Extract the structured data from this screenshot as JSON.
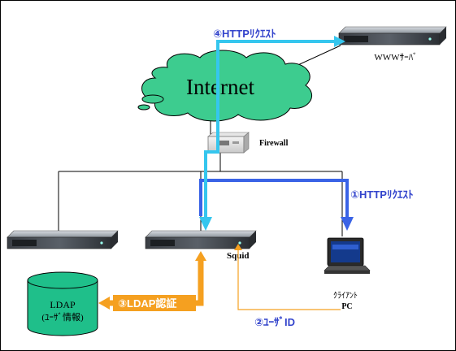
{
  "nodes": {
    "internet": "Internet",
    "www_server": "WWWｻｰﾊﾞ",
    "firewall": "Firewall",
    "squid": "Squid",
    "client_line1": "ｸﾗｲｱﾝﾄ",
    "client_line2": "PC",
    "ldap_line1": "LDAP",
    "ldap_line2": "(ﾕｰｻﾞ情報)"
  },
  "steps": {
    "step1": "①HTTPﾘｸｴｽﾄ",
    "step2": "②ﾕｰｻﾞID",
    "step3": "③LDAP認証",
    "step4": "④HTTPﾘｸｴｽﾄ"
  },
  "colors": {
    "cloud": "#3dcc8f",
    "ldap_db": "#1fbf8a",
    "blue_arrow": "#3a63e6",
    "cyan_arrow": "#35c6ee",
    "orange_arrow": "#f5a020",
    "label_blue": "#3344cc"
  }
}
